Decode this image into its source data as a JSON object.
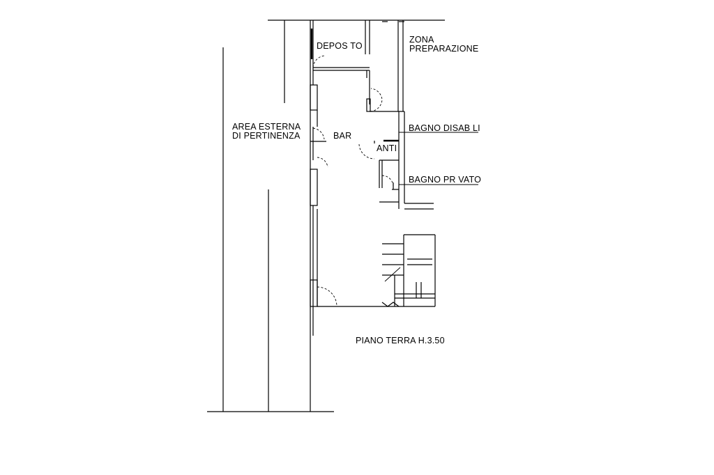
{
  "plan": {
    "labels": {
      "deposito": "DEPOS TO",
      "zona_line1": "ZONA",
      "zona_line2": "PREPARAZIONE",
      "area_line1": "AREA ESTERNA",
      "area_line2": "DI PERTINENZA",
      "bar": "BAR",
      "anti": "ANTI",
      "bagno_disabili": "BAGNO DISAB LI",
      "bagno_privato": "BAGNO PR VATO",
      "piano_terra": "PIANO TERRA H.3.50"
    },
    "colors": {
      "ink": "#000000",
      "background": "#ffffff"
    }
  }
}
